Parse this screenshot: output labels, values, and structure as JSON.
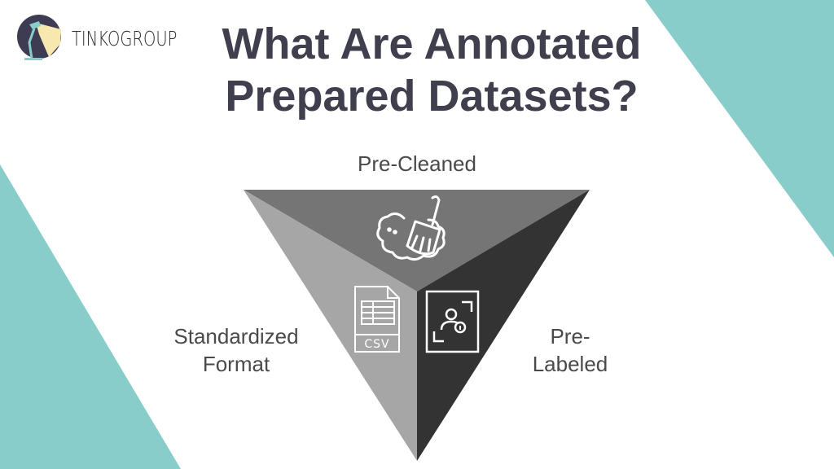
{
  "logo": {
    "text": "TINKOGROUP"
  },
  "title": {
    "line1": "What Are Annotated",
    "line2": "Prepared Datasets?"
  },
  "diagram": {
    "segments": [
      {
        "id": "top",
        "label": "Pre-Cleaned",
        "icon": "broom-cleaning-icon",
        "color": "#757575"
      },
      {
        "id": "left",
        "label_line1": "Standardized",
        "label_line2": "Format",
        "icon": "csv-file-icon",
        "icon_text": "CSV",
        "color": "#a6a6a6"
      },
      {
        "id": "right",
        "label_line1": "Pre-",
        "label_line2": "Labeled",
        "icon": "user-info-label-icon",
        "color": "#333333"
      }
    ]
  },
  "colors": {
    "teal": "#88cdc9",
    "title": "#3f3f4e",
    "label": "#4a4a4a"
  }
}
